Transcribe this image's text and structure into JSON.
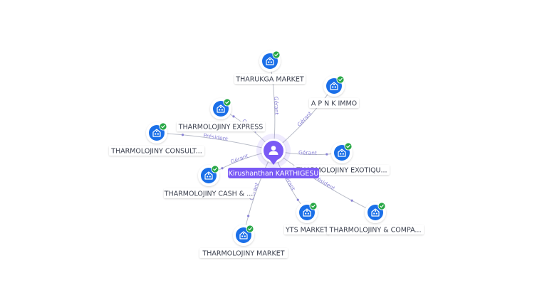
{
  "colors": {
    "edge": "#b9bdc8",
    "company_blue": "#1a6fe8",
    "check_green": "#27a745",
    "person_purple": "#7a5af5",
    "edge_text": "#8a83d6"
  },
  "person": {
    "name": "Kirushanthan KARTHIGESU",
    "icon": "person-icon"
  },
  "companies": [
    {
      "id": "tharukga",
      "label": "THARUKGA MARKET",
      "role": "Gérant",
      "icon": "building-icon"
    },
    {
      "id": "apnk",
      "label": "A P N K IMMO",
      "role": "Gérant",
      "icon": "building-icon"
    },
    {
      "id": "express",
      "label": "THARMOLOJINY EXPRESS",
      "role": "Gérant",
      "icon": "building-icon"
    },
    {
      "id": "consult",
      "label": "THARMOLOJINY CONSULT...",
      "role": "Président",
      "icon": "building-icon"
    },
    {
      "id": "exotiqu",
      "label": "THARMOLOJINY EXOTIQU...",
      "role": "Gérant",
      "icon": "building-icon"
    },
    {
      "id": "cash",
      "label": "THARMOLOJINY CASH & ...",
      "role": "Gérant",
      "icon": "building-icon"
    },
    {
      "id": "yts",
      "label": "YTS MARKET",
      "role": "Gérant",
      "icon": "building-icon"
    },
    {
      "id": "compa",
      "label": "THARMOLOJINY & COMPA...",
      "role": "Président",
      "icon": "building-icon"
    },
    {
      "id": "market",
      "label": "THARMOLOJINY MARKET",
      "role": "Gérant",
      "icon": "building-icon"
    }
  ]
}
